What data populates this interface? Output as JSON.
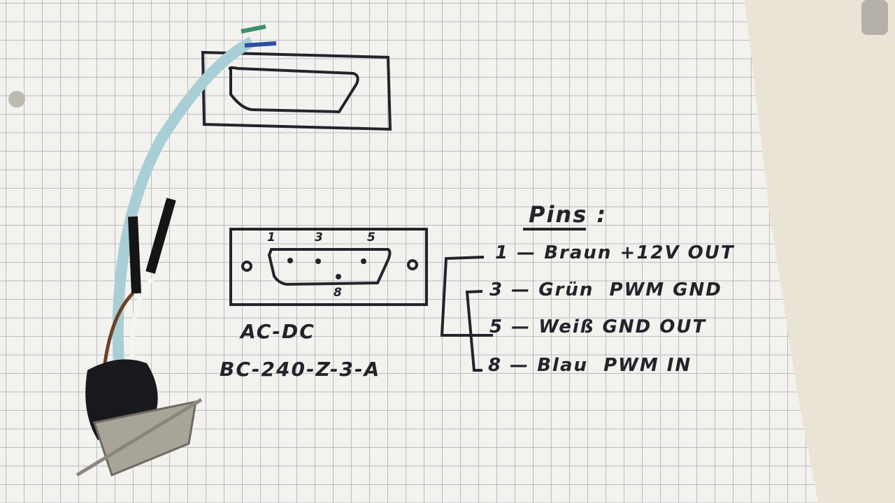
{
  "title": "Pins :",
  "pins": [
    {
      "number": "1",
      "color": "Braun",
      "function": "+12V OUT"
    },
    {
      "number": "3",
      "color": "Grün",
      "function": "PWM GND"
    },
    {
      "number": "5",
      "color": "Weiß",
      "function": "GND OUT"
    },
    {
      "number": "8",
      "color": "Blau",
      "function": "PWM IN"
    }
  ],
  "connector_pin_labels": [
    "1",
    "3",
    "5",
    "8"
  ],
  "device_type": "AC-DC",
  "device_model": "BC-240-Z-3-A",
  "dash": "—",
  "colors": {
    "ink": "#23232b",
    "paper": "#f3f2ee",
    "background": "#e9e4d6"
  }
}
